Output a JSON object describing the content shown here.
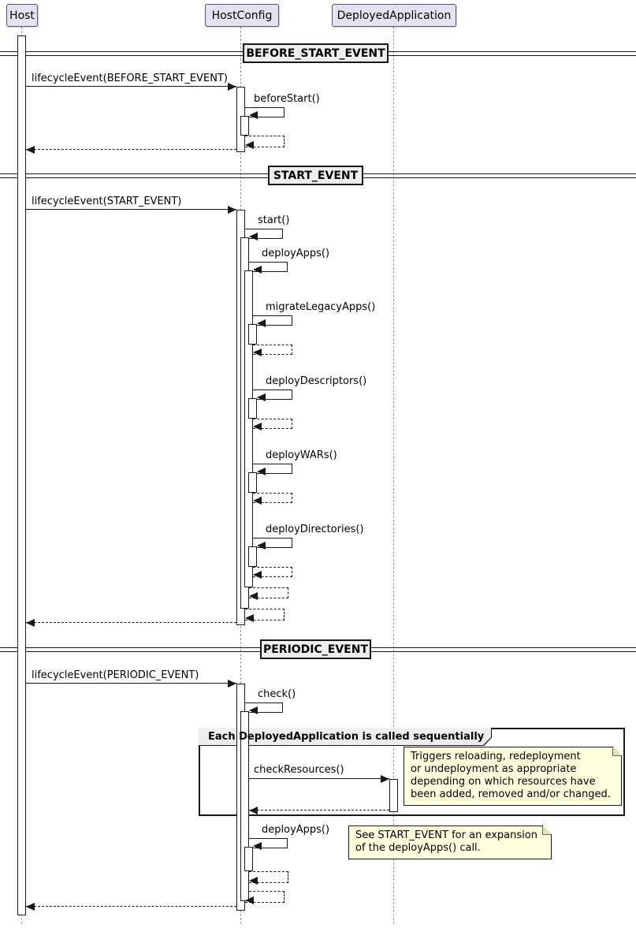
{
  "participants": [
    {
      "name": "Host"
    },
    {
      "name": "HostConfig"
    },
    {
      "name": "DeployedApplication"
    }
  ],
  "dividers": [
    {
      "label": "BEFORE_START_EVENT"
    },
    {
      "label": "START_EVENT"
    },
    {
      "label": "PERIODIC_EVENT"
    }
  ],
  "messages": {
    "lifecycle_before_start": "lifecycleEvent(BEFORE_START_EVENT)",
    "before_start": "beforeStart()",
    "lifecycle_start": "lifecycleEvent(START_EVENT)",
    "start": "start()",
    "deploy_apps": "deployApps()",
    "migrate_legacy_apps": "migrateLegacyApps()",
    "deploy_descriptors": "deployDescriptors()",
    "deploy_wars": "deployWARs()",
    "deploy_directories": "deployDirectories()",
    "lifecycle_periodic": "lifecycleEvent(PERIODIC_EVENT)",
    "check": "check()",
    "check_resources": "checkResources()",
    "deploy_apps_periodic": "deployApps()"
  },
  "frame": {
    "label": "Each DeployedApplication is called sequentially"
  },
  "notes": [
    {
      "lines": [
        "Triggers reloading, redeployment",
        "or undeployment as appropriate",
        "depending on which resources have",
        "been added, removed and/or changed."
      ]
    },
    {
      "lines": [
        "See START_EVENT for an expansion",
        "of the deployApps() call."
      ]
    }
  ],
  "colors": {
    "participant_fill": "#E2E2F0",
    "divider_fill": "#EEEEEE",
    "frame_header_fill": "#EEEEEE",
    "note_fill": "#FEFFDD",
    "line": "#181818",
    "lifeline": "#999999"
  }
}
